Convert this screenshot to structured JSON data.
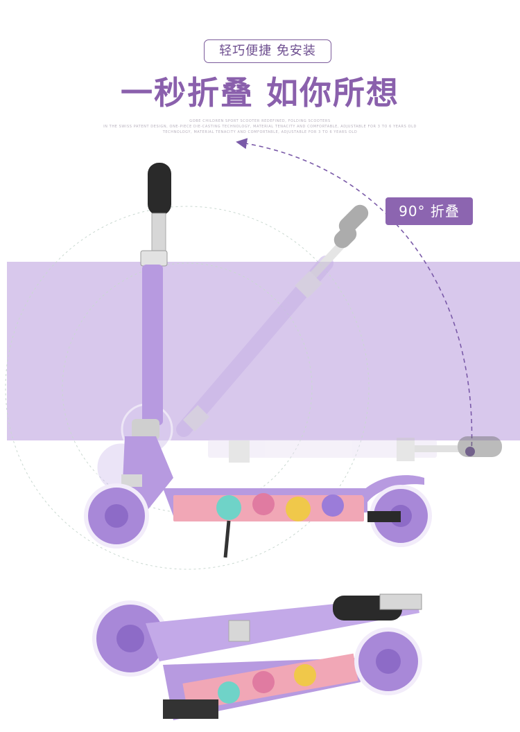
{
  "header": {
    "badge_label": "轻巧便捷 免安装",
    "headline": "一秒折叠 如你所想",
    "fine_print": [
      "Gobe children sport scooter redefined, folding scooters",
      "In the swiss patent design, one-piece die-casting technology, material tenacity and comfortable, adjustable for 3 to 6 years old",
      "technology, material tenacity and comfortable, adjustable for 3 to 6 years old"
    ]
  },
  "callout": {
    "fold_label": "90°  折叠"
  },
  "colors": {
    "brand_purple": "#8a60ac",
    "band_lavender": "#d8c8ec",
    "scooter_body": "#b79ae0",
    "wheel": "#a888d8",
    "grip": "#2a2a2a"
  },
  "icons": {
    "fold_arrow": "curved-arrow-icon"
  }
}
